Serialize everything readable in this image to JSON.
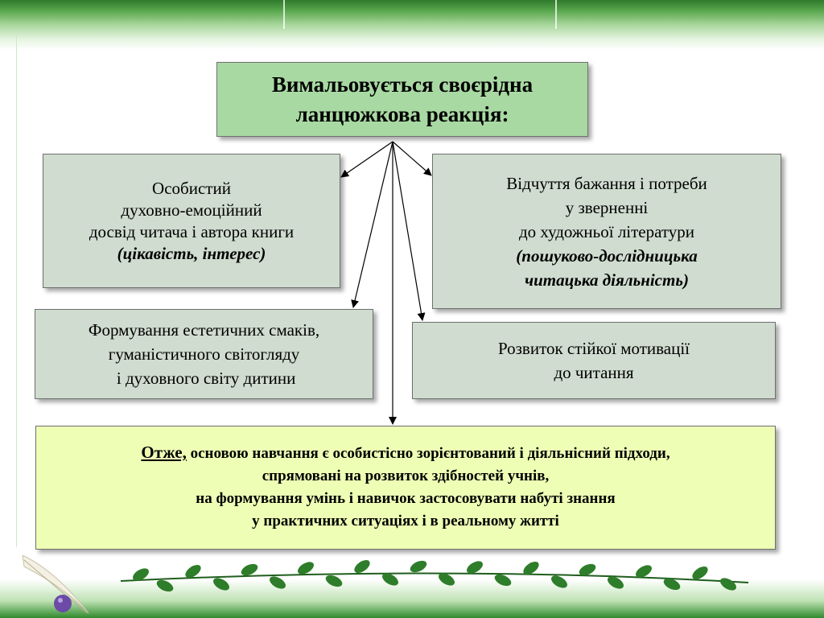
{
  "header_box": {
    "line1": "Вимальовується своєрідна",
    "line2": "ланцюжкова реакція:"
  },
  "box_personal": {
    "line1": "Особистий",
    "line2": "духовно-емоційний",
    "line3": "досвід читача і автора книги",
    "line4": "(цікавість, інтерес)"
  },
  "box_need": {
    "line1": "Відчуття бажання і потреби",
    "line2": "у зверненні",
    "line3": "до художньої літератури",
    "line4": "(пошуково-дослідницька",
    "line5": "читацька діяльність)"
  },
  "box_taste": {
    "line1": "Формування естетичних смаків,",
    "line2": "гуманістичного  світогляду",
    "line3": " і духовного світу дитини"
  },
  "box_motivation": {
    "line1": "Розвиток стійкої мотивації",
    "line2": "до читання"
  },
  "conclusion": {
    "lead": "Отже,",
    "line1": "основою навчання є особистісно зорієнтований і діяльнісний підходи,",
    "line2": "спрямовані на розвиток здібностей учнів,",
    "line3": "на формування умінь і навичок застосовувати набуті знання",
    "line4": "у практичних ситуаціях і в реальному житті"
  },
  "colors": {
    "header_fill": "#a9d9a3",
    "box_fill": "#cfdccf",
    "conclusion_fill": "#eeffb5",
    "band_green": "#2f7a2c"
  },
  "decorations": {
    "quill": "quill-icon",
    "ink_pot": "ink-pot-icon",
    "leaves": "leaf-garland"
  }
}
